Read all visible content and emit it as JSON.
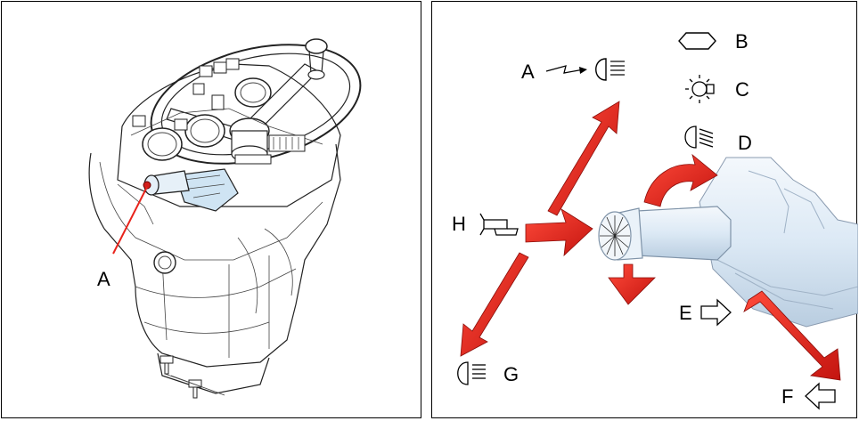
{
  "left_panel": {
    "callout_label": "A"
  },
  "right_panel": {
    "labels": {
      "A": "A",
      "B": "B",
      "C": "C",
      "D": "D",
      "E": "E",
      "F": "F",
      "G": "G",
      "H": "H"
    },
    "icons": {
      "A": "flash-headlight-icon",
      "B": "position-light-icon",
      "C": "parking-light-icon",
      "D": "dipped-beam-icon",
      "E": "turn-right-arrow-icon",
      "F": "turn-left-arrow-icon",
      "G": "main-beam-icon",
      "H": "horn-icon"
    },
    "colors": {
      "arrow_red": "#e8231b",
      "stalk_blue": "#dce9f5"
    }
  }
}
